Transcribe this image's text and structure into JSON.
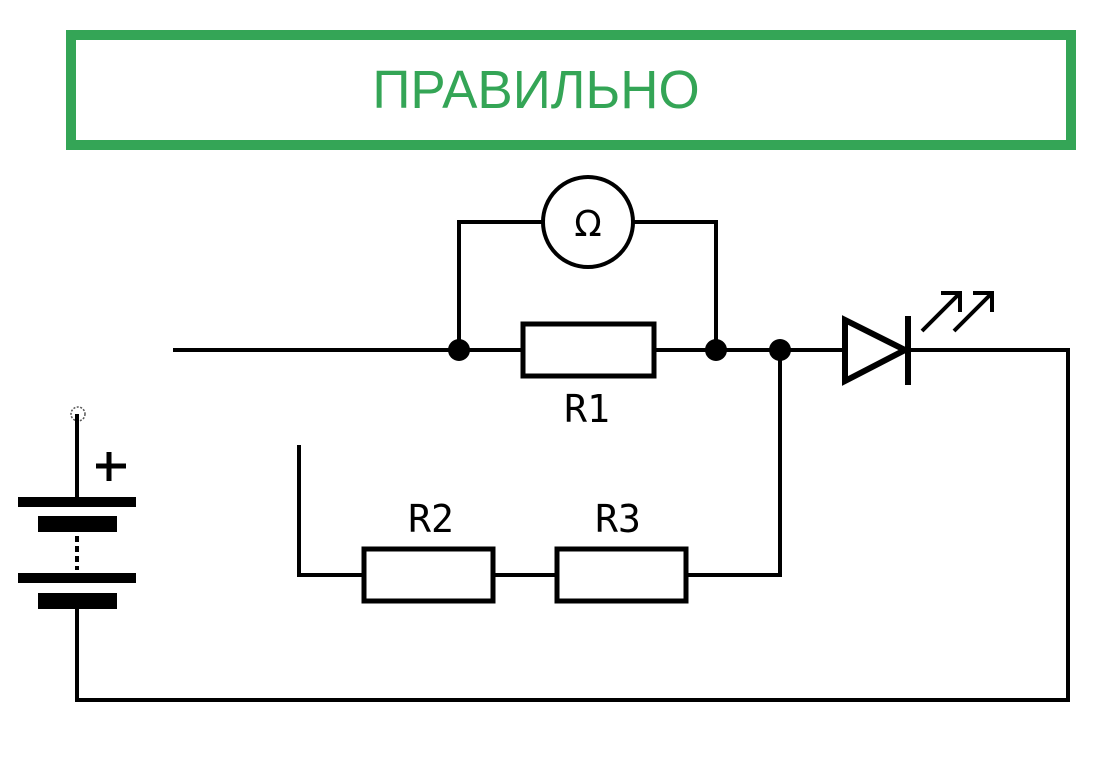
{
  "banner": {
    "text": "ПРАВИЛЬНО",
    "color": "#34a556"
  },
  "circuit": {
    "components": {
      "ohmmeter": {
        "symbol": "Ω",
        "type": "ohmmeter"
      },
      "r1": {
        "label": "R1",
        "type": "resistor"
      },
      "r2": {
        "label": "R2",
        "type": "resistor"
      },
      "r3": {
        "label": "R3",
        "type": "resistor"
      },
      "led": {
        "type": "light-emitting-diode"
      },
      "battery": {
        "type": "battery",
        "polarity_label": "+"
      }
    },
    "description": "Ohmmeter connected in parallel across R1; R1 in parallel with series R2+R3 branch (left end open), LED in series, battery source"
  }
}
